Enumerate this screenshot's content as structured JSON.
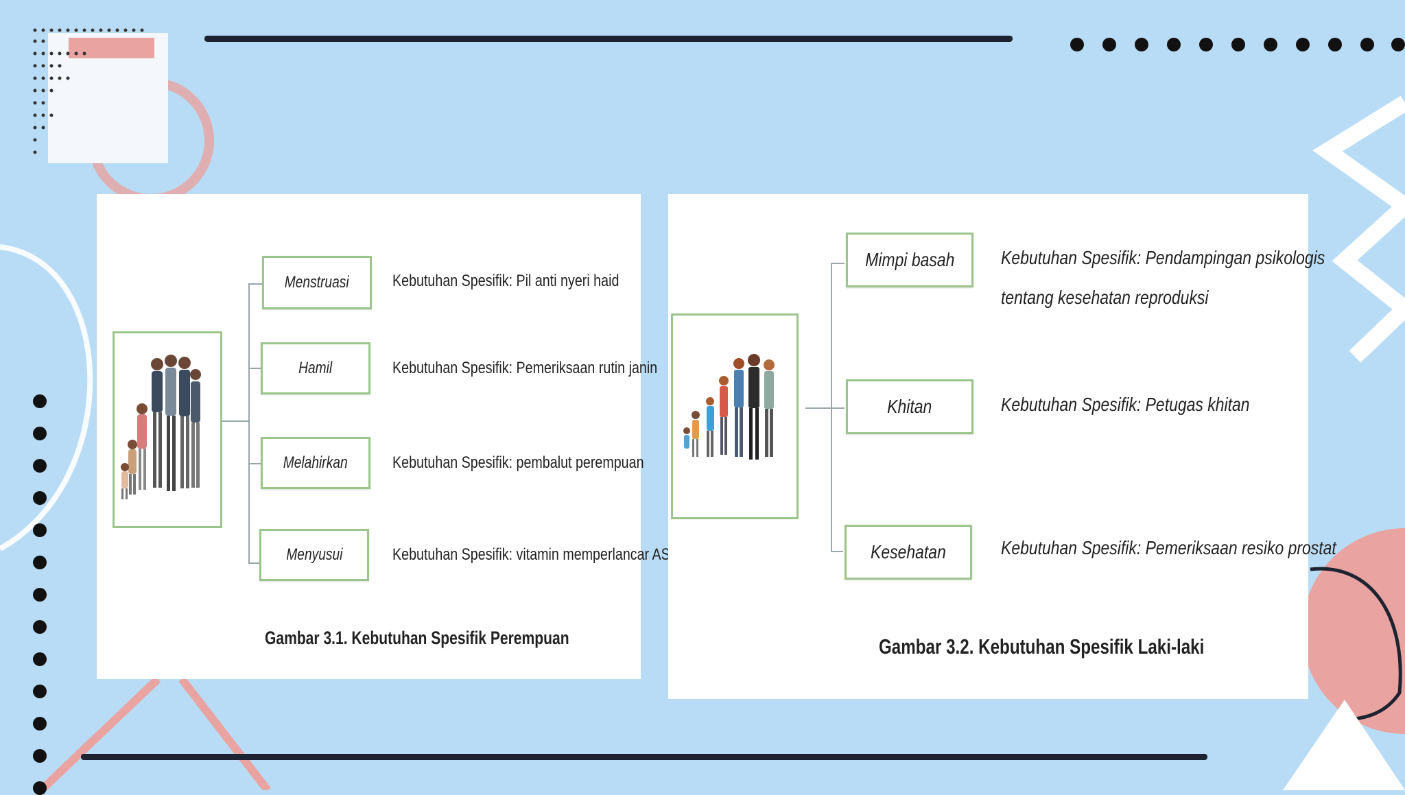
{
  "left_figure": {
    "nodes": [
      {
        "label": "Menstruasi",
        "desc": "Kebutuhan Spesifik: Pil anti nyeri haid"
      },
      {
        "label": "Hamil",
        "desc": "Kebutuhan Spesifik: Pemeriksaan rutin janin"
      },
      {
        "label": "Melahirkan",
        "desc": "Kebutuhan Spesifik:  pembalut perempuan"
      },
      {
        "label": "Menyusui",
        "desc": "Kebutuhan Spesifik: vitamin memperlancar ASI"
      }
    ],
    "caption": "Gambar 3.1. Kebutuhan Spesifik Perempuan"
  },
  "right_figure": {
    "nodes": [
      {
        "label": "Mimpi basah",
        "desc_line1": "Kebutuhan Spesifik: Pendampingan psikologis",
        "desc_line2": "tentang kesehatan reproduksi"
      },
      {
        "label": "Khitan",
        "desc_line1": "Kebutuhan Spesifik:  Petugas khitan"
      },
      {
        "label": "Kesehatan",
        "desc_line1": "Kebutuhan Spesifik: Pemeriksaan resiko prostat"
      }
    ],
    "caption": "Gambar 3.2. Kebutuhan Spesifik Laki-laki"
  },
  "colors": {
    "background": "#b9dcf6",
    "node_border": "#9cc58b",
    "accent_pink": "#e9a3a0",
    "dark": "#1d2330"
  }
}
